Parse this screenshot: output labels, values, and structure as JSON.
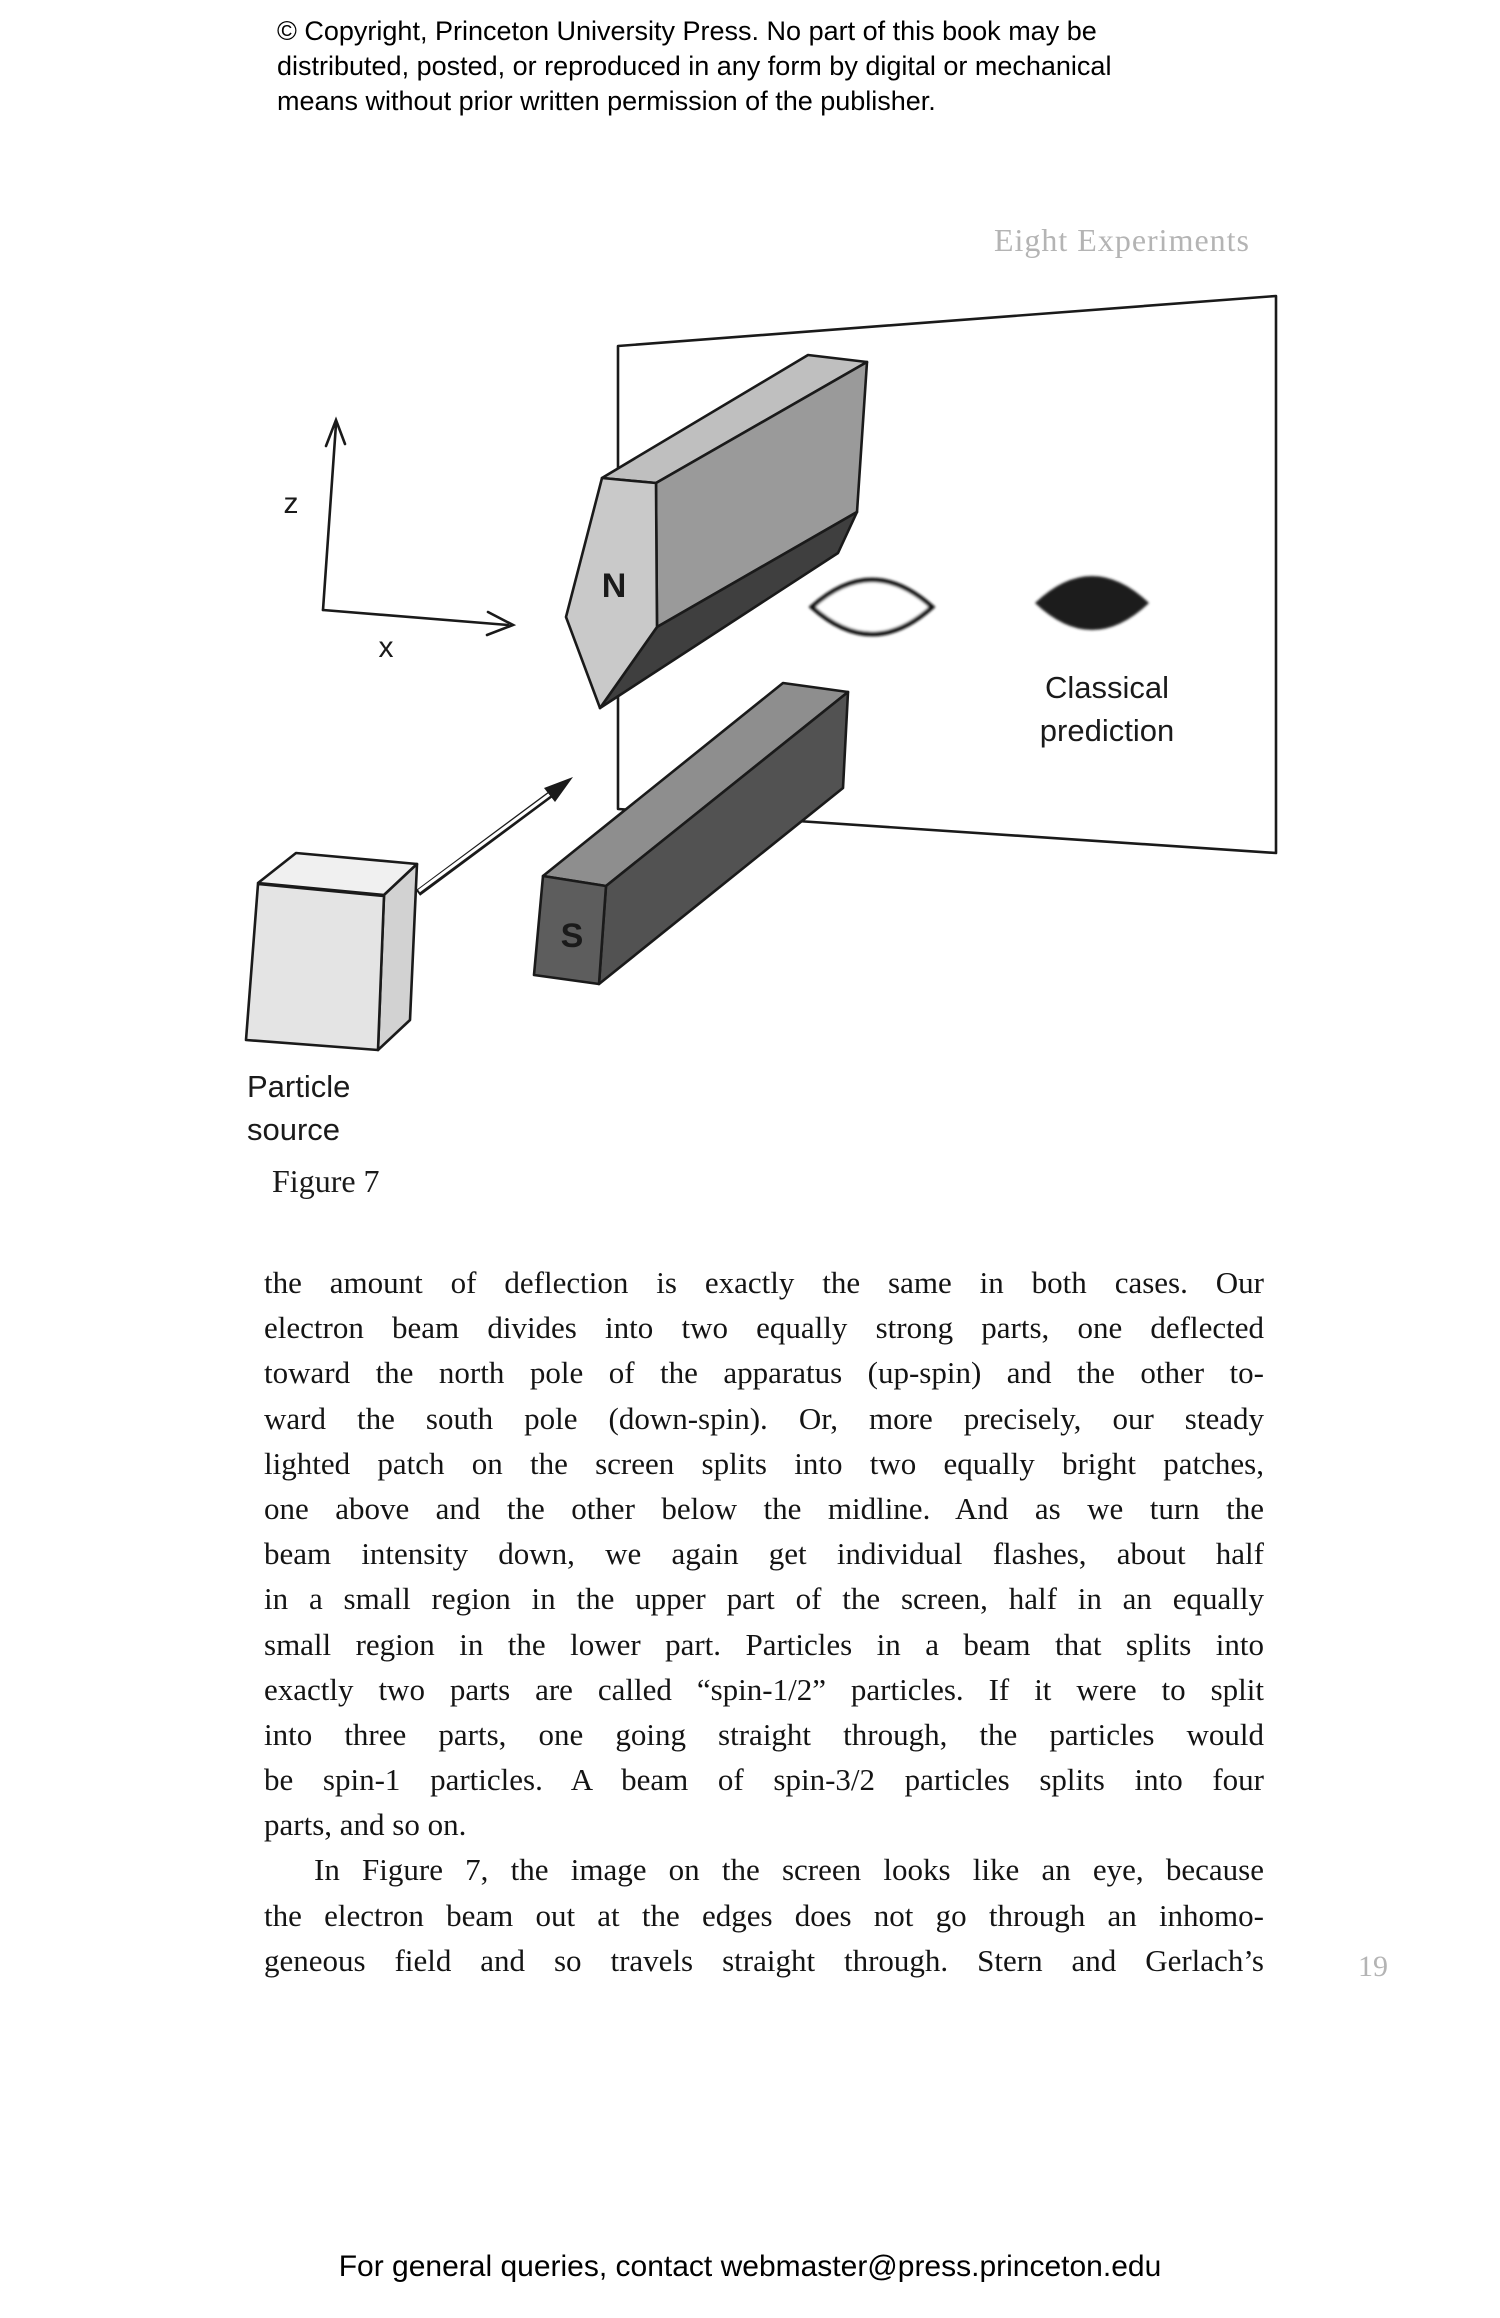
{
  "page": {
    "copyright_lines": [
      "© Copyright, Princeton University Press. No part of this book may be",
      "distributed, posted, or reproduced in any form by digital or mechanical",
      "means without prior written permission of the publisher."
    ],
    "running_header": "Eight Experiments",
    "page_number": "19",
    "footer": "For general queries, contact webmaster@press.princeton.edu"
  },
  "figure": {
    "caption": "Figure 7",
    "labels": {
      "axis_z": "z",
      "axis_x": "x",
      "north_pole": "N",
      "south_pole": "S",
      "source_line1": "Particle",
      "source_line2": "source",
      "classical_line1": "Classical",
      "classical_line2": "prediction"
    },
    "colors": {
      "page_background": "#ffffff",
      "screen_fill": "#ffffff",
      "outline": "#1a1a1a",
      "n_magnet_front": "#c9c9c9",
      "n_magnet_top": "#bfbfbf",
      "n_magnet_side": "#9a9a9a",
      "n_magnet_underside": "#3f3f3f",
      "s_magnet_top": "#8e8e8e",
      "s_magnet_front": "#5d5d5d",
      "s_magnet_side": "#525252",
      "source_top": "#f0f0f0",
      "source_front": "#e4e4e4",
      "source_side": "#d2d2d2",
      "eye_outline_fill": "#ffffff",
      "classical_spot_fill": "#1d1d1d",
      "pole_label_light": "#ffffff",
      "muted_header": "#b4b4b4"
    }
  },
  "body": {
    "lines": [
      "the amount of deflection is exactly the same in both cases. Our",
      "electron beam divides into two equally strong parts, one deflected",
      "toward the north pole of the apparatus (up-spin) and the other to-",
      "ward the south pole (down-spin). Or, more precisely, our steady",
      "lighted patch on the screen splits into two equally bright patches,",
      "one above and the other below the midline. And as we turn the",
      "beam intensity down, we again get individual flashes, about half",
      "in a small region in the upper part of the screen, half in an equally",
      "small region in the lower part. Particles in a beam that splits into",
      "exactly two parts are called “spin-1/2” particles. If it were to split",
      "into three parts, one going straight through, the particles would",
      "be spin-1 particles. A beam of spin-3/2 particles splits into four",
      "parts, and so on.",
      "In Figure 7, the image on the screen looks like an eye, because",
      "the electron beam out at the edges does not go through an inhomo-",
      "geneous field and so travels straight through. Stern and Gerlach’s"
    ]
  }
}
